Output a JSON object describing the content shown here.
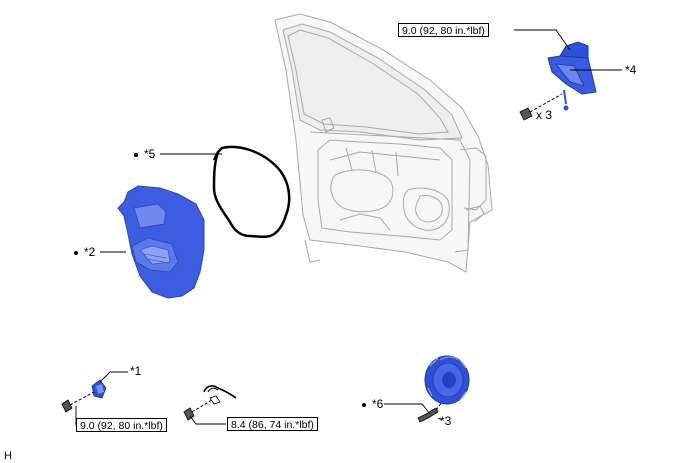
{
  "callouts": {
    "p1": "*1",
    "p2": "*2",
    "p3": "*3",
    "p4": "*4",
    "p5": "*5",
    "p6": "*6"
  },
  "torques": {
    "mirror": "9.0 (92, 80 in.*lbf)",
    "bracket": "9.0 (92, 80 in.*lbf)",
    "clamp": "8.4 (86, 74 in.*lbf)"
  },
  "quantity": "x 3",
  "corner_code": "H",
  "colors": {
    "part_blue": "#2e4fd6",
    "part_blue_light": "#5a78ee",
    "line": "#000000",
    "door_line": "#9a9a9a"
  }
}
